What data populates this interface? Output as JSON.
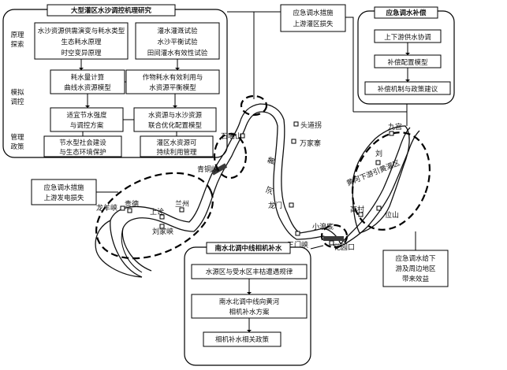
{
  "panel_left": {
    "title": "大型灌区水沙调控机理研究",
    "side_labels": [
      "原理探索",
      "模拟调控",
      "管理政策"
    ],
    "box_a": [
      "水沙资源供需演变与耗水类型",
      "生态耗水原理",
      "时空变异原理"
    ],
    "box_b": [
      "灌水灌溉试验",
      "水沙平衡试验",
      "田间灌水有效性试验"
    ],
    "box_c": [
      "耗水量计算",
      "曲线水资源模型"
    ],
    "box_d": [
      "作物耗水有效利用与",
      "水资源平衡模型"
    ],
    "box_e": [
      "适宜节水强度",
      "与调控方案"
    ],
    "box_f": [
      "水资源与水沙资源",
      "联合优化配置模型"
    ],
    "box_g": [
      "节水型社会建设",
      "与生态环境保护"
    ],
    "box_h": [
      "灌区水资源可",
      "持续利用管理"
    ]
  },
  "panel_right": {
    "title": "应急调水补偿",
    "box_1": "上下游供水协调",
    "box_2": "补偿配置模型",
    "box_3": "补偿机制与政策建议"
  },
  "panel_bottom": {
    "title": "南水北调中线相机补水",
    "box_1": "水源区与受水区丰枯遭遇规律",
    "box_2": [
      "南水北调中线向黄河",
      "相机补水方案"
    ],
    "box_3": "相机补水相关政策"
  },
  "callouts": {
    "top": [
      "应急调水措施",
      "上游灌区损失"
    ],
    "left": [
      "应急调水措施",
      "上游发电损失"
    ],
    "right": [
      "应急调水给下",
      "游及周边地区",
      "带来效益"
    ]
  },
  "places": [
    "石嘴山",
    "头道拐",
    "万家寨",
    "青铜峡",
    "龙门",
    "三门峡",
    "小浪底",
    "花园口",
    "高村",
    "位山",
    "刘",
    "九宫",
    "龙羊峡",
    "贵德",
    "上诠",
    "兰州",
    "刘家峡"
  ],
  "river_name": [
    "黄",
    "河"
  ],
  "region_label": "黄河下游引黄灌区"
}
